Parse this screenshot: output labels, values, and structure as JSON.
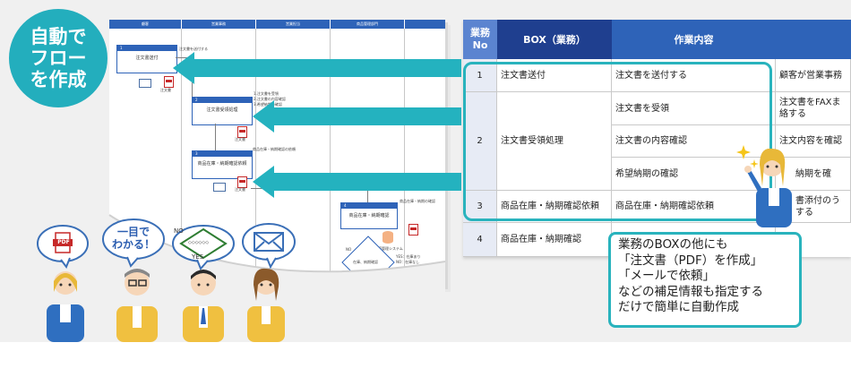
{
  "badge": {
    "line1": "自動で",
    "line2": "フロー",
    "line3": "を作成"
  },
  "flowchart": {
    "lanes": [
      "顧客",
      "営業事務",
      "営業担当",
      "商品管理部門",
      ""
    ],
    "boxes": [
      {
        "num": "1",
        "label": "注文書送付"
      },
      {
        "num": "2",
        "label": "注文書受領処理"
      },
      {
        "num": "3",
        "label": "商品在庫・納期確認依頼"
      },
      {
        "num": "4",
        "label": "商品在庫・納期確認"
      }
    ],
    "notes": {
      "n1": "注文書を送付する",
      "n2a": "1.注文書を受領",
      "n2b": "2.注文書の内容確認",
      "n2c": "3.希望納期の確認",
      "n3": "商品在庫・納期確認の依頼",
      "n4": "商品在庫・納期の確認",
      "pdf": "注文書",
      "sys": "在庫管理システム",
      "decision": "在庫、納期確認",
      "yes": "YES：在庫あり",
      "no": "NO：在庫なし",
      "no_label": "NO"
    }
  },
  "bubbles": {
    "text_line1": "一目で",
    "text_line2": "わかる！",
    "pdf": "PDF",
    "diamond_text": "◇◇◇◇◇◇",
    "no": "NO",
    "yes": "YES"
  },
  "table": {
    "headers": {
      "num": "業務\nNo",
      "box": "BOX（業務）",
      "task": "作業内容",
      "extra": ""
    },
    "rows": [
      {
        "num": "1",
        "box": "注文書送付",
        "task": "注文書を送付する",
        "extra": "顧客が営業事務"
      },
      {
        "num": "2",
        "box": "注文書受領処理",
        "task": "注文書を受領",
        "extra": "注文書をFAXま\n絡する"
      },
      {
        "num": "",
        "box": "",
        "task": "注文書の内容確認",
        "extra": "注文内容を確認"
      },
      {
        "num": "",
        "box": "",
        "task": "希望納期の確認",
        "extra": "納期を確"
      },
      {
        "num": "3",
        "box": "商品在庫・納期確認依頼",
        "task": "商品在庫・納期確認依頼",
        "extra": "書添付のう\nする"
      },
      {
        "num": "4",
        "box": "商品在庫・納期確認",
        "task": "",
        "extra": ""
      }
    ]
  },
  "callout": {
    "line1": "業務のBOXの他にも",
    "line2": "「注文書（PDF）を作成」",
    "line3": "「メールで依頼」",
    "line4": "などの補足情報も指定する",
    "line5": "だけで簡単に自動作成"
  },
  "colors": {
    "teal": "#24b2bf",
    "header_blue": "#2e63b8",
    "header_navy": "#1f3f8f",
    "header_light": "#5b84d0"
  }
}
